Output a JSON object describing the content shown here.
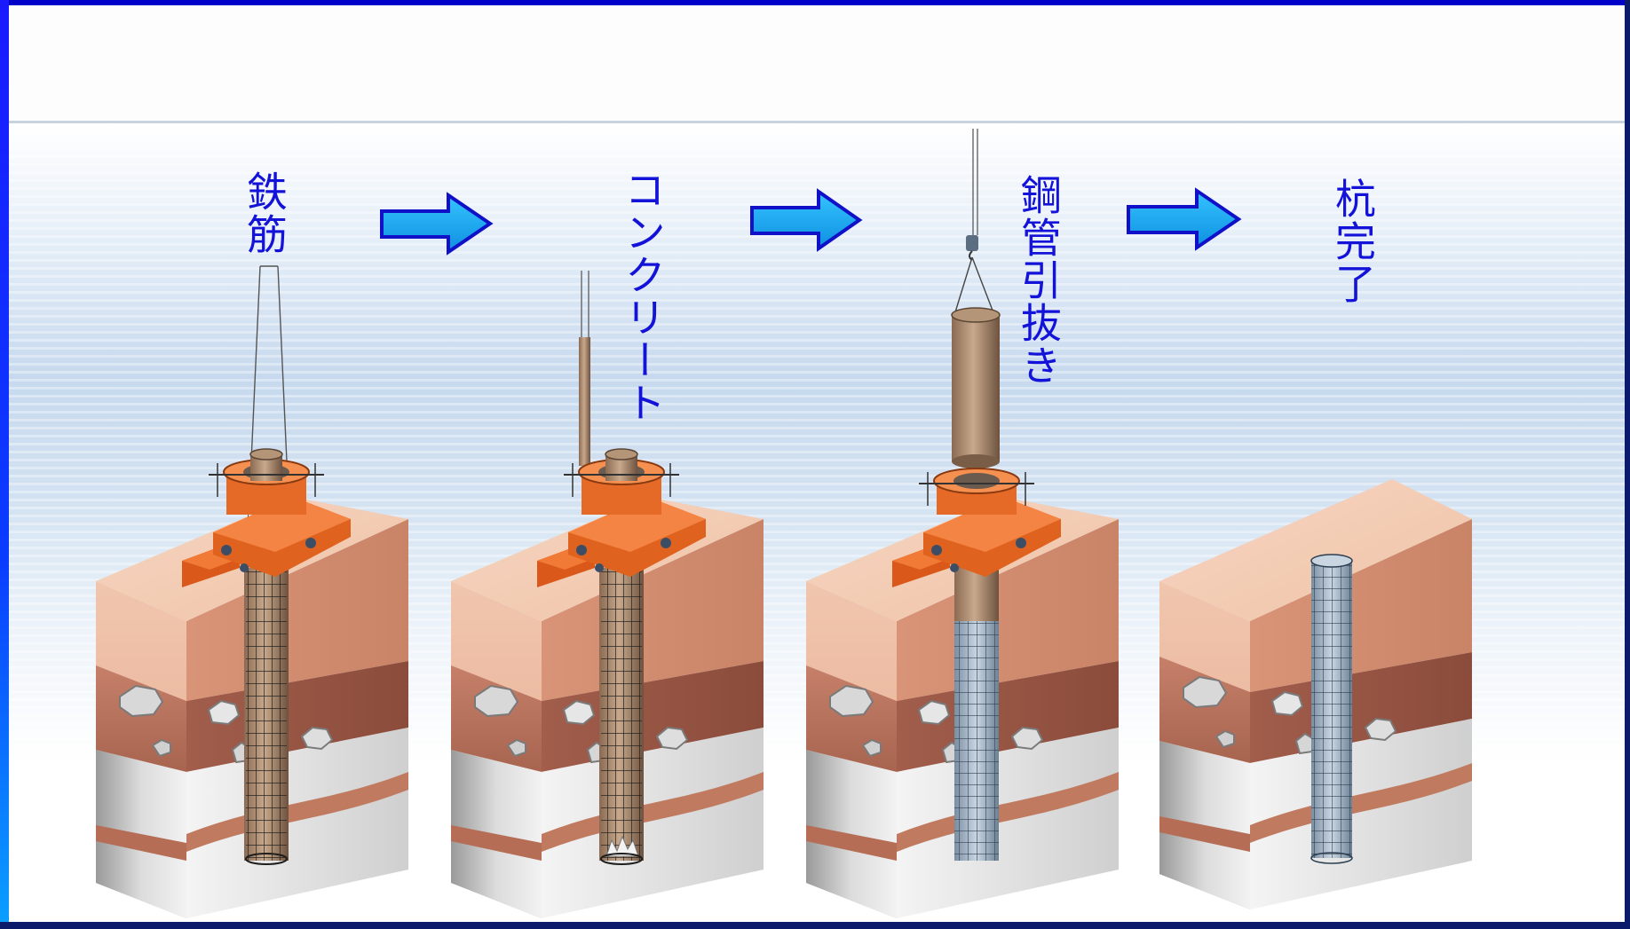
{
  "steps": [
    {
      "label": "鉄筋"
    },
    {
      "label": "コンクリート"
    },
    {
      "label": "鋼管引抜き"
    },
    {
      "label": "杭完了"
    }
  ],
  "colors": {
    "label_text": "#1212d8",
    "arrow_fill": "#18a4ef",
    "arrow_stroke": "#1010c8",
    "frame_blue": "#0000c8",
    "soil_top": "#e9b49c",
    "machine_orange": "#e0621f"
  }
}
